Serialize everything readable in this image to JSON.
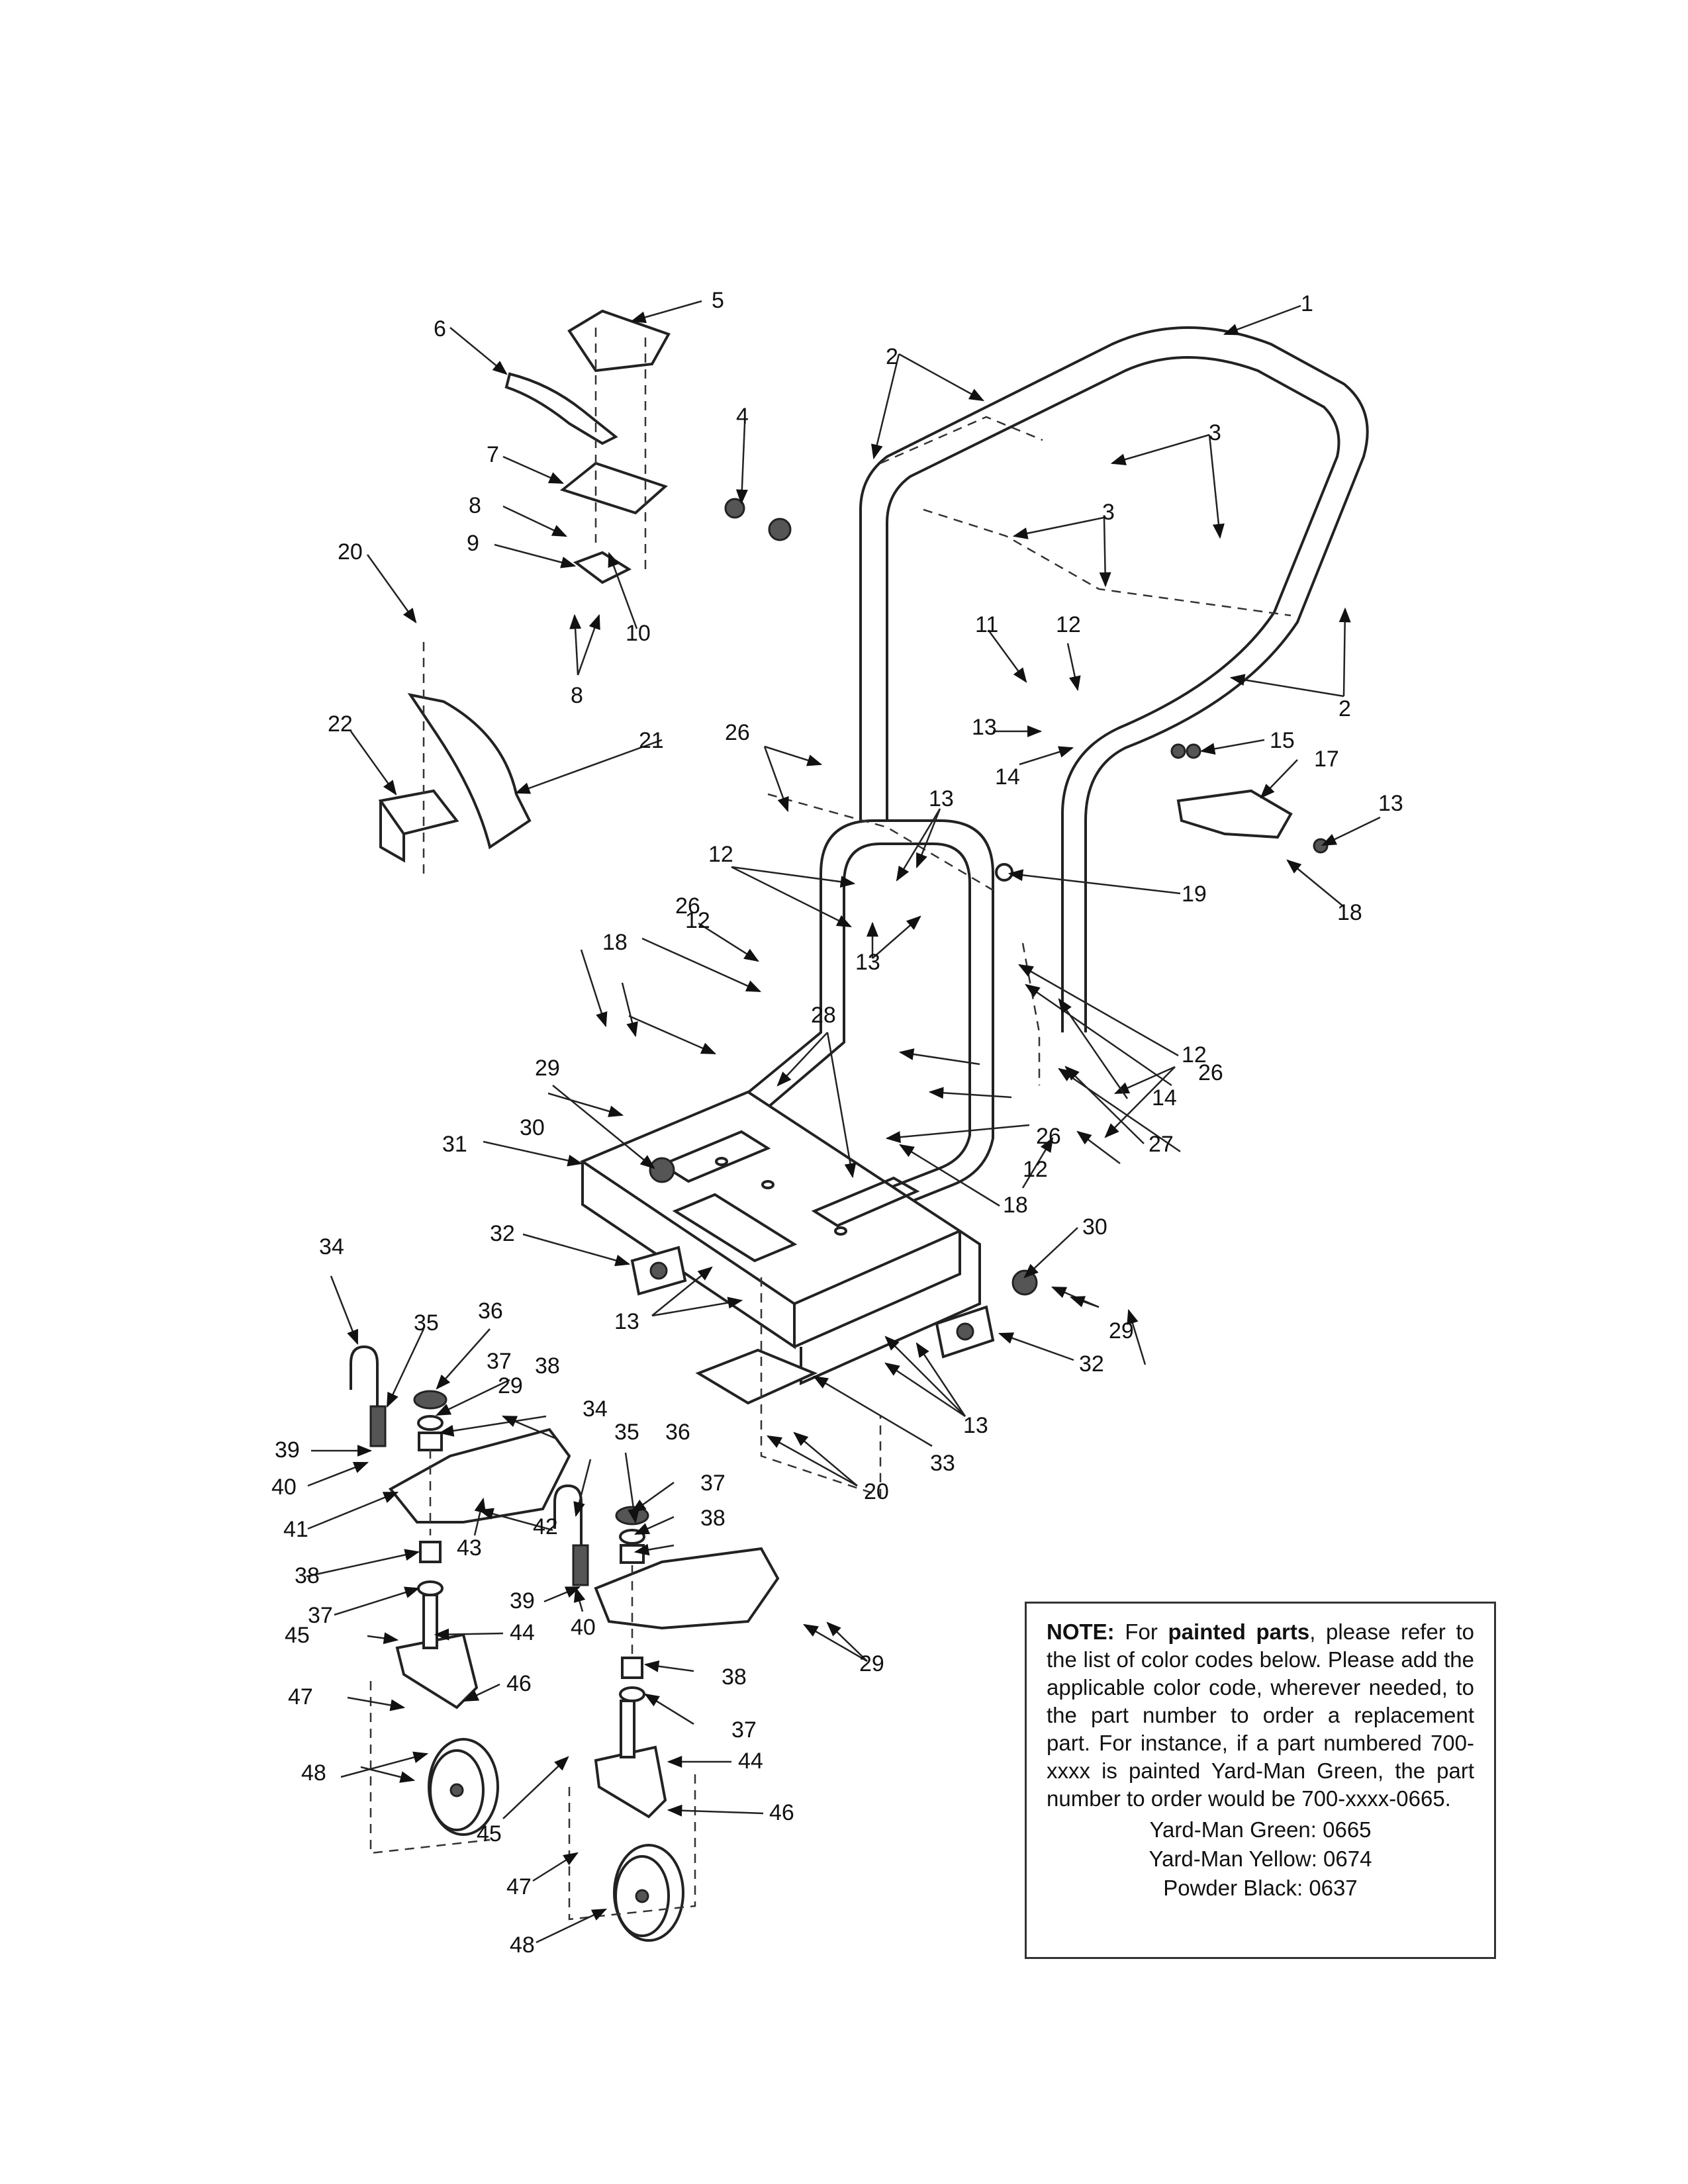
{
  "callouts": [
    {
      "id": "c1",
      "text": "1"
    },
    {
      "id": "c2a",
      "text": "2"
    },
    {
      "id": "c2b",
      "text": "2"
    },
    {
      "id": "c3a",
      "text": "3"
    },
    {
      "id": "c3b",
      "text": "3"
    },
    {
      "id": "c4",
      "text": "4"
    },
    {
      "id": "c5",
      "text": "5"
    },
    {
      "id": "c6",
      "text": "6"
    },
    {
      "id": "c7",
      "text": "7"
    },
    {
      "id": "c8a",
      "text": "8"
    },
    {
      "id": "c8b",
      "text": "8"
    },
    {
      "id": "c9",
      "text": "9"
    },
    {
      "id": "c10",
      "text": "10"
    },
    {
      "id": "c11",
      "text": "11"
    },
    {
      "id": "c12a",
      "text": "12"
    },
    {
      "id": "c12b",
      "text": "12"
    },
    {
      "id": "c12c",
      "text": "12"
    },
    {
      "id": "c12d",
      "text": "12"
    },
    {
      "id": "c12e",
      "text": "12"
    },
    {
      "id": "c13a",
      "text": "13"
    },
    {
      "id": "c13b",
      "text": "13"
    },
    {
      "id": "c13c",
      "text": "13"
    },
    {
      "id": "c13d",
      "text": "13"
    },
    {
      "id": "c13e",
      "text": "13"
    },
    {
      "id": "c13f",
      "text": "13"
    },
    {
      "id": "c14a",
      "text": "14"
    },
    {
      "id": "c14b",
      "text": "14"
    },
    {
      "id": "c15",
      "text": "15"
    },
    {
      "id": "c17",
      "text": "17"
    },
    {
      "id": "c18a",
      "text": "18"
    },
    {
      "id": "c18b",
      "text": "18"
    },
    {
      "id": "c18c",
      "text": "18"
    },
    {
      "id": "c19",
      "text": "19"
    },
    {
      "id": "c20a",
      "text": "20"
    },
    {
      "id": "c20b",
      "text": "20"
    },
    {
      "id": "c21",
      "text": "21"
    },
    {
      "id": "c22",
      "text": "22"
    },
    {
      "id": "c26a",
      "text": "26"
    },
    {
      "id": "c26b",
      "text": "26"
    },
    {
      "id": "c26c",
      "text": "26"
    },
    {
      "id": "c26d",
      "text": "26"
    },
    {
      "id": "c27",
      "text": "27"
    },
    {
      "id": "c28",
      "text": "28"
    },
    {
      "id": "c29a",
      "text": "29"
    },
    {
      "id": "c29b",
      "text": "29"
    },
    {
      "id": "c29c",
      "text": "29"
    },
    {
      "id": "c29d",
      "text": "29"
    },
    {
      "id": "c30a",
      "text": "30"
    },
    {
      "id": "c30b",
      "text": "30"
    },
    {
      "id": "c31",
      "text": "31"
    },
    {
      "id": "c32a",
      "text": "32"
    },
    {
      "id": "c32b",
      "text": "32"
    },
    {
      "id": "c33",
      "text": "33"
    },
    {
      "id": "c34a",
      "text": "34"
    },
    {
      "id": "c34b",
      "text": "34"
    },
    {
      "id": "c35a",
      "text": "35"
    },
    {
      "id": "c35b",
      "text": "35"
    },
    {
      "id": "c36a",
      "text": "36"
    },
    {
      "id": "c36b",
      "text": "36"
    },
    {
      "id": "c37a",
      "text": "37"
    },
    {
      "id": "c37b",
      "text": "37"
    },
    {
      "id": "c37c",
      "text": "37"
    },
    {
      "id": "c37d",
      "text": "37"
    },
    {
      "id": "c38a",
      "text": "38"
    },
    {
      "id": "c38b",
      "text": "38"
    },
    {
      "id": "c38c",
      "text": "38"
    },
    {
      "id": "c38d",
      "text": "38"
    },
    {
      "id": "c39a",
      "text": "39"
    },
    {
      "id": "c39b",
      "text": "39"
    },
    {
      "id": "c40a",
      "text": "40"
    },
    {
      "id": "c40b",
      "text": "40"
    },
    {
      "id": "c41",
      "text": "41"
    },
    {
      "id": "c42",
      "text": "42"
    },
    {
      "id": "c43",
      "text": "43"
    },
    {
      "id": "c44a",
      "text": "44"
    },
    {
      "id": "c44b",
      "text": "44"
    },
    {
      "id": "c45a",
      "text": "45"
    },
    {
      "id": "c45b",
      "text": "45"
    },
    {
      "id": "c46a",
      "text": "46"
    },
    {
      "id": "c46b",
      "text": "46"
    },
    {
      "id": "c47a",
      "text": "47"
    },
    {
      "id": "c47b",
      "text": "47"
    },
    {
      "id": "c48a",
      "text": "48"
    },
    {
      "id": "c48b",
      "text": "48"
    }
  ],
  "note": {
    "label": "NOTE:",
    "lead": "For",
    "bold_phrase": "painted parts",
    "body": ", please refer to the list of color codes below. Please add the applicable color code, wherever needed, to the part number to order a replacement part. For instance, if a part numbered 700-xxxx is painted Yard-Man Green, the part number to order would be 700-xxxx-0665.",
    "color_codes": [
      "Yard-Man Green: 0665",
      "Yard-Man Yellow: 0674",
      "Powder Black: 0637"
    ]
  }
}
